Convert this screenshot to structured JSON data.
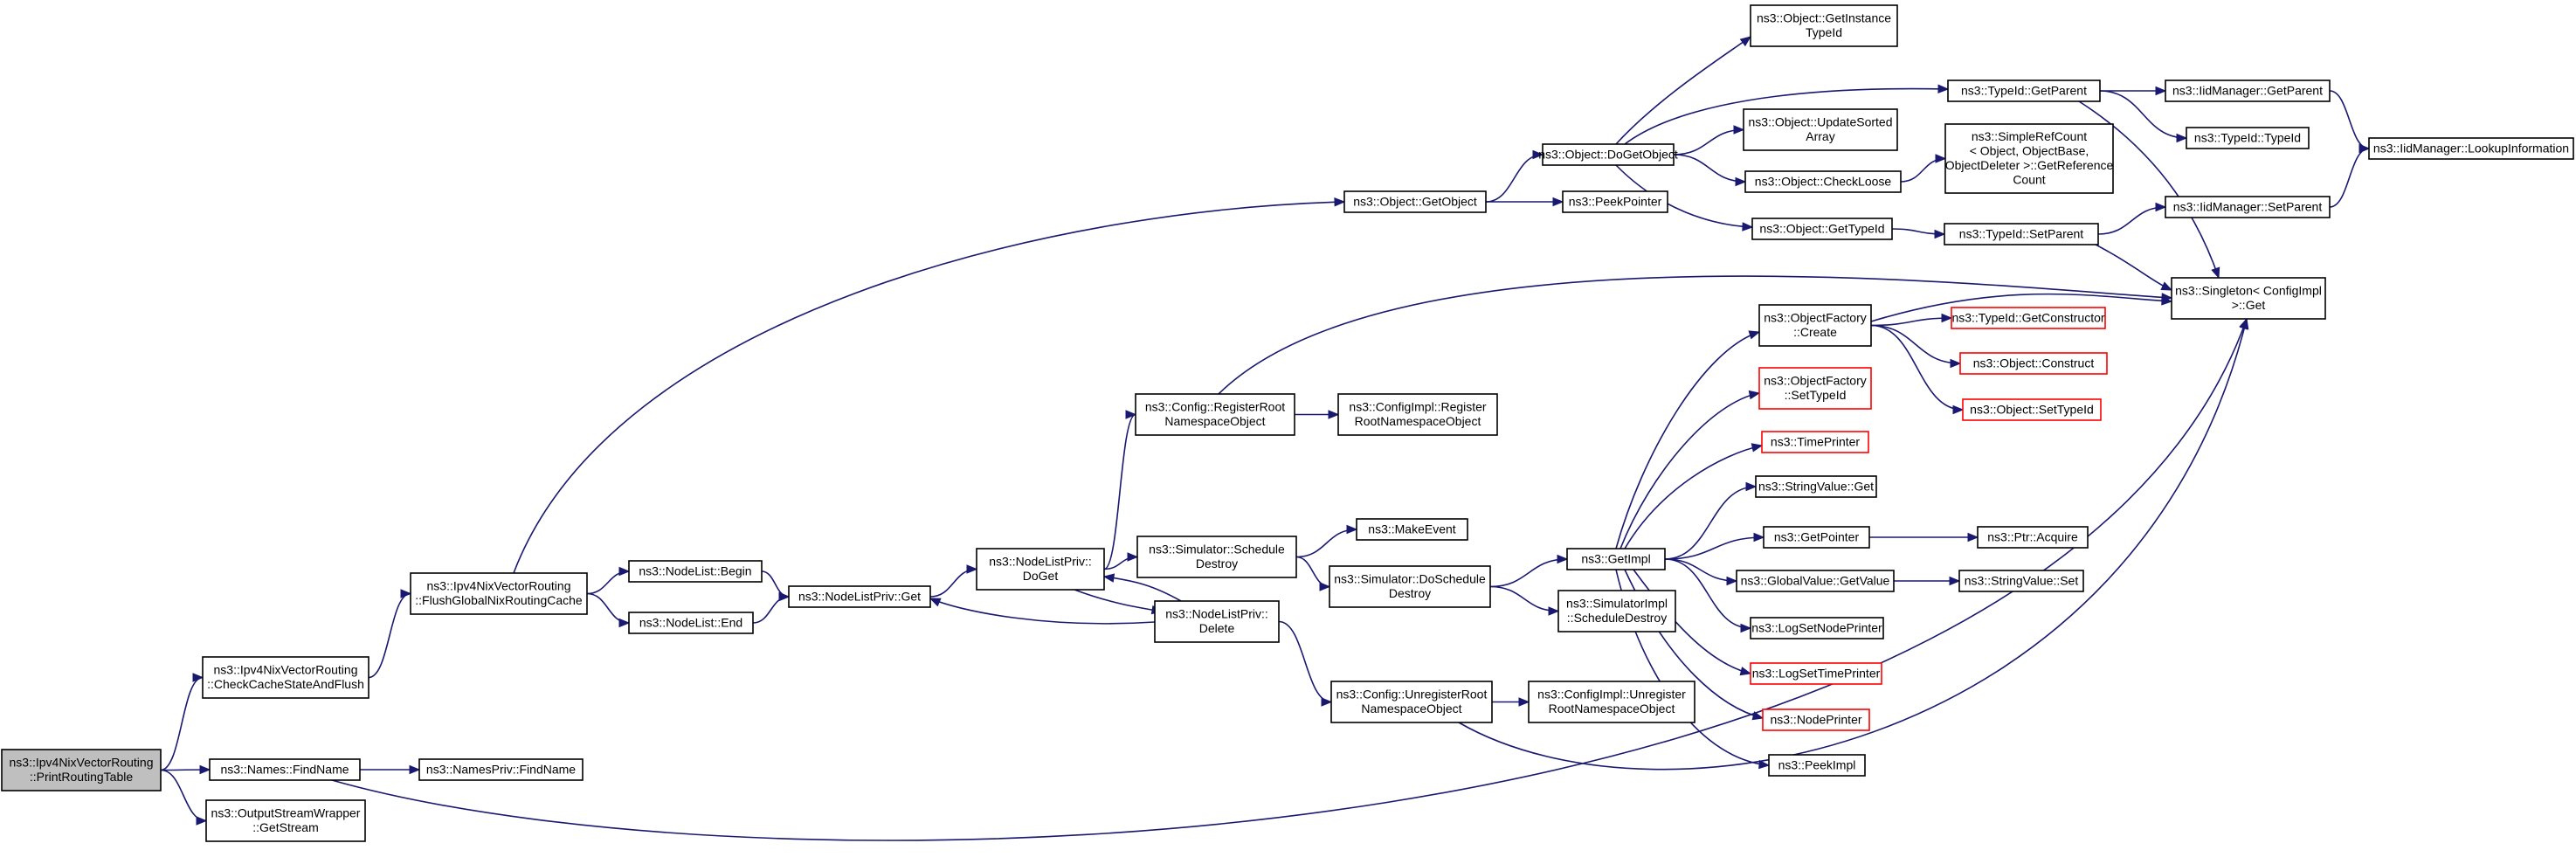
{
  "colors": {
    "edge": "#191970",
    "box_border": "#000000",
    "box_border_unresolved": "#ff0000",
    "root_fill": "#bfbfbf",
    "box_fill": "#ffffff"
  },
  "nodes": [
    {
      "id": "print_routing_table",
      "lines": [
        "ns3::Ipv4NixVectorRouting",
        "::PrintRoutingTable"
      ],
      "root": true
    },
    {
      "id": "check_cache",
      "lines": [
        "ns3::Ipv4NixVectorRouting",
        "::CheckCacheStateAndFlush"
      ]
    },
    {
      "id": "names_findname",
      "lines": [
        "ns3::Names::FindName"
      ]
    },
    {
      "id": "namespriv_findname",
      "lines": [
        "ns3::NamesPriv::FindName"
      ]
    },
    {
      "id": "outputstream_getstream",
      "lines": [
        "ns3::OutputStreamWrapper",
        "::GetStream"
      ]
    },
    {
      "id": "flush_global",
      "lines": [
        "ns3::Ipv4NixVectorRouting",
        "::FlushGlobalNixRoutingCache"
      ]
    },
    {
      "id": "nodelist_begin",
      "lines": [
        "ns3::NodeList::Begin"
      ]
    },
    {
      "id": "nodelist_end",
      "lines": [
        "ns3::NodeList::End"
      ]
    },
    {
      "id": "nodelistpriv_get",
      "lines": [
        "ns3::NodeListPriv::Get"
      ]
    },
    {
      "id": "nodelistpriv_doget",
      "lines": [
        "ns3::NodeListPriv::",
        "DoGet"
      ]
    },
    {
      "id": "nodelistpriv_delete",
      "lines": [
        "ns3::NodeListPriv::",
        "Delete"
      ]
    },
    {
      "id": "config_registerroot",
      "lines": [
        "ns3::Config::RegisterRoot",
        "NamespaceObject"
      ]
    },
    {
      "id": "configimpl_registerroot",
      "lines": [
        "ns3::ConfigImpl::Register",
        "RootNamespaceObject"
      ]
    },
    {
      "id": "simulator_scheduledestroy",
      "lines": [
        "ns3::Simulator::Schedule",
        "Destroy"
      ]
    },
    {
      "id": "makeevent",
      "lines": [
        "ns3::MakeEvent"
      ]
    },
    {
      "id": "simulator_doscheduledestroy",
      "lines": [
        "ns3::Simulator::DoSchedule",
        "Destroy"
      ]
    },
    {
      "id": "simulatorimpl_scheduledestroy",
      "lines": [
        "ns3::SimulatorImpl",
        "::ScheduleDestroy"
      ]
    },
    {
      "id": "config_unregisterroot",
      "lines": [
        "ns3::Config::UnregisterRoot",
        "NamespaceObject"
      ]
    },
    {
      "id": "configimpl_unregisterroot",
      "lines": [
        "ns3::ConfigImpl::Unregister",
        "RootNamespaceObject"
      ]
    },
    {
      "id": "getimpl",
      "lines": [
        "ns3::GetImpl"
      ]
    },
    {
      "id": "objectfactory_create",
      "lines": [
        "ns3::ObjectFactory",
        "::Create"
      ]
    },
    {
      "id": "objectfactory_settypeid",
      "lines": [
        "ns3::ObjectFactory",
        "::SetTypeId"
      ],
      "unresolved": true
    },
    {
      "id": "timeprinter",
      "lines": [
        "ns3::TimePrinter"
      ],
      "unresolved": true
    },
    {
      "id": "stringvalue_get",
      "lines": [
        "ns3::StringValue::Get"
      ]
    },
    {
      "id": "getpointer",
      "lines": [
        "ns3::GetPointer"
      ]
    },
    {
      "id": "globalvalue_getvalue",
      "lines": [
        "ns3::GlobalValue::GetValue"
      ]
    },
    {
      "id": "logsetnodeprinter",
      "lines": [
        "ns3::LogSetNodePrinter"
      ]
    },
    {
      "id": "logsettimeprinter",
      "lines": [
        "ns3::LogSetTimePrinter"
      ],
      "unresolved": true
    },
    {
      "id": "nodeprinter",
      "lines": [
        "ns3::NodePrinter"
      ],
      "unresolved": true
    },
    {
      "id": "peekimpl",
      "lines": [
        "ns3::PeekImpl"
      ]
    },
    {
      "id": "ptr_acquire",
      "lines": [
        "ns3::Ptr::Acquire"
      ]
    },
    {
      "id": "stringvalue_set",
      "lines": [
        "ns3::StringValue::Set"
      ]
    },
    {
      "id": "typeid_getconstructor",
      "lines": [
        "ns3::TypeId::GetConstructor"
      ],
      "unresolved": true
    },
    {
      "id": "object_construct",
      "lines": [
        "ns3::Object::Construct"
      ],
      "unresolved": true
    },
    {
      "id": "object_settypeid",
      "lines": [
        "ns3::Object::SetTypeId"
      ],
      "unresolved": true
    },
    {
      "id": "object_getobject",
      "lines": [
        "ns3::Object::GetObject"
      ]
    },
    {
      "id": "object_dogetobject",
      "lines": [
        "ns3::Object::DoGetObject"
      ]
    },
    {
      "id": "peekpointer",
      "lines": [
        "ns3::PeekPointer"
      ]
    },
    {
      "id": "object_getinstancetypeid",
      "lines": [
        "ns3::Object::GetInstance",
        "TypeId"
      ]
    },
    {
      "id": "object_updatesortedarray",
      "lines": [
        "ns3::Object::UpdateSorted",
        "Array"
      ]
    },
    {
      "id": "object_checkloose",
      "lines": [
        "ns3::Object::CheckLoose"
      ]
    },
    {
      "id": "object_gettypeid",
      "lines": [
        "ns3::Object::GetTypeId"
      ]
    },
    {
      "id": "typeid_getparent",
      "lines": [
        "ns3::TypeId::GetParent"
      ]
    },
    {
      "id": "typeid_typeid",
      "lines": [
        "ns3::TypeId::TypeId"
      ]
    },
    {
      "id": "simplerefcount_getreferencecount",
      "lines": [
        "ns3::SimpleRefCount",
        "< Object, ObjectBase,",
        "ObjectDeleter >::GetReference",
        "Count"
      ]
    },
    {
      "id": "typeid_setparent",
      "lines": [
        "ns3::TypeId::SetParent"
      ]
    },
    {
      "id": "iidmanager_getparent",
      "lines": [
        "ns3::IidManager::GetParent"
      ]
    },
    {
      "id": "iidmanager_setparent",
      "lines": [
        "ns3::IidManager::SetParent"
      ]
    },
    {
      "id": "iidmanager_lookupinformation",
      "lines": [
        "ns3::IidManager::LookupInformation"
      ]
    },
    {
      "id": "singleton_get",
      "lines": [
        "ns3::Singleton< ConfigImpl",
        " >::Get"
      ]
    }
  ],
  "edges": [
    {
      "from": "print_routing_table",
      "to": "check_cache"
    },
    {
      "from": "print_routing_table",
      "to": "names_findname"
    },
    {
      "from": "print_routing_table",
      "to": "outputstream_getstream"
    },
    {
      "from": "names_findname",
      "to": "namespriv_findname"
    },
    {
      "from": "names_findname",
      "to": "singleton_get"
    },
    {
      "from": "check_cache",
      "to": "flush_global"
    },
    {
      "from": "flush_global",
      "to": "nodelist_begin"
    },
    {
      "from": "flush_global",
      "to": "nodelist_end"
    },
    {
      "from": "flush_global",
      "to": "object_getobject"
    },
    {
      "from": "nodelist_begin",
      "to": "nodelistpriv_get"
    },
    {
      "from": "nodelist_end",
      "to": "nodelistpriv_get"
    },
    {
      "from": "nodelistpriv_get",
      "to": "nodelistpriv_doget"
    },
    {
      "from": "nodelistpriv_doget",
      "to": "config_registerroot"
    },
    {
      "from": "nodelistpriv_doget",
      "to": "simulator_scheduledestroy"
    },
    {
      "from": "nodelistpriv_doget",
      "to": "nodelistpriv_delete"
    },
    {
      "from": "nodelistpriv_delete",
      "to": "nodelistpriv_doget"
    },
    {
      "from": "nodelistpriv_delete",
      "to": "nodelistpriv_get"
    },
    {
      "from": "nodelistpriv_delete",
      "to": "config_unregisterroot"
    },
    {
      "from": "config_registerroot",
      "to": "configimpl_registerroot"
    },
    {
      "from": "config_registerroot",
      "to": "singleton_get"
    },
    {
      "from": "simulator_scheduledestroy",
      "to": "makeevent"
    },
    {
      "from": "simulator_scheduledestroy",
      "to": "simulator_doscheduledestroy"
    },
    {
      "from": "simulator_doscheduledestroy",
      "to": "getimpl"
    },
    {
      "from": "simulator_doscheduledestroy",
      "to": "simulatorimpl_scheduledestroy"
    },
    {
      "from": "config_unregisterroot",
      "to": "configimpl_unregisterroot"
    },
    {
      "from": "config_unregisterroot",
      "to": "singleton_get"
    },
    {
      "from": "getimpl",
      "to": "objectfactory_create"
    },
    {
      "from": "getimpl",
      "to": "objectfactory_settypeid"
    },
    {
      "from": "getimpl",
      "to": "timeprinter"
    },
    {
      "from": "getimpl",
      "to": "stringvalue_get"
    },
    {
      "from": "getimpl",
      "to": "getpointer"
    },
    {
      "from": "getimpl",
      "to": "globalvalue_getvalue"
    },
    {
      "from": "getimpl",
      "to": "logsetnodeprinter"
    },
    {
      "from": "getimpl",
      "to": "logsettimeprinter"
    },
    {
      "from": "getimpl",
      "to": "nodeprinter"
    },
    {
      "from": "getimpl",
      "to": "peekimpl"
    },
    {
      "from": "getpointer",
      "to": "ptr_acquire"
    },
    {
      "from": "globalvalue_getvalue",
      "to": "stringvalue_set"
    },
    {
      "from": "objectfactory_create",
      "to": "typeid_getconstructor"
    },
    {
      "from": "objectfactory_create",
      "to": "object_construct"
    },
    {
      "from": "objectfactory_create",
      "to": "object_settypeid"
    },
    {
      "from": "object_getobject",
      "to": "object_dogetobject"
    },
    {
      "from": "object_getobject",
      "to": "peekpointer"
    },
    {
      "from": "object_dogetobject",
      "to": "object_getinstancetypeid"
    },
    {
      "from": "object_dogetobject",
      "to": "typeid_getparent"
    },
    {
      "from": "object_dogetobject",
      "to": "object_updatesortedarray"
    },
    {
      "from": "object_dogetobject",
      "to": "object_checkloose"
    },
    {
      "from": "object_dogetobject",
      "to": "object_gettypeid"
    },
    {
      "from": "object_checkloose",
      "to": "simplerefcount_getreferencecount"
    },
    {
      "from": "object_gettypeid",
      "to": "typeid_setparent"
    },
    {
      "from": "typeid_getparent",
      "to": "iidmanager_getparent"
    },
    {
      "from": "typeid_getparent",
      "to": "typeid_typeid"
    },
    {
      "from": "typeid_getparent",
      "to": "singleton_get"
    },
    {
      "from": "typeid_setparent",
      "to": "iidmanager_setparent"
    },
    {
      "from": "typeid_setparent",
      "to": "singleton_get"
    },
    {
      "from": "iidmanager_getparent",
      "to": "iidmanager_lookupinformation"
    },
    {
      "from": "iidmanager_setparent",
      "to": "iidmanager_lookupinformation"
    },
    {
      "from": "objectfactory_create",
      "to": "singleton_get"
    }
  ]
}
